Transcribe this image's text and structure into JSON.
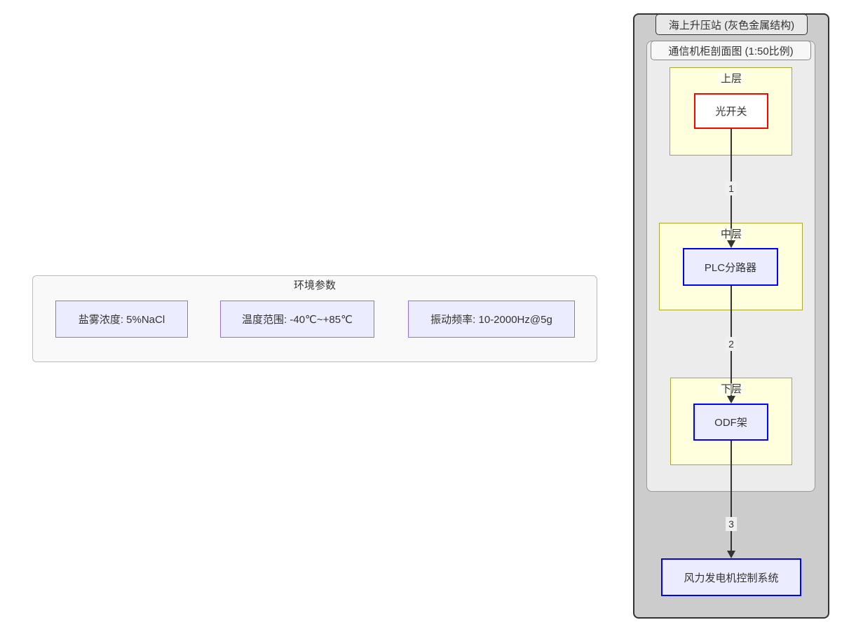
{
  "environment": {
    "title": "环境参数",
    "nodes": [
      {
        "label": "盐雾浓度: 5%NaCl"
      },
      {
        "label": "温度范围: -40℃~+85℃"
      },
      {
        "label": "振动频率: 10-2000Hz@5g"
      }
    ]
  },
  "station": {
    "title": "海上升压站 (灰色金属结构)",
    "cabinet": {
      "title": "通信机柜剖面图 (1:50比例)",
      "layers": [
        {
          "title": "上层",
          "node": "光开关"
        },
        {
          "title": "中层",
          "node": "PLC分路器"
        },
        {
          "title": "下层",
          "node": "ODF架"
        }
      ]
    },
    "edges": [
      {
        "label": "1"
      },
      {
        "label": "2"
      },
      {
        "label": "3"
      }
    ],
    "control_node": "风力发电机控制系统"
  },
  "colors": {
    "node_fill": "#ECECFF",
    "env_node_border": "#9370DB",
    "blue_node_border": "#0000ff",
    "red_node_border": "#ff0000",
    "layer_fill": "#ffffde",
    "layer_border": "#aaaa33",
    "station_fill": "#cccccc",
    "cabinet_fill": "#ececec",
    "env_fill": "#f9f9f9",
    "edge_color": "#333333",
    "text_color": "#333333"
  }
}
